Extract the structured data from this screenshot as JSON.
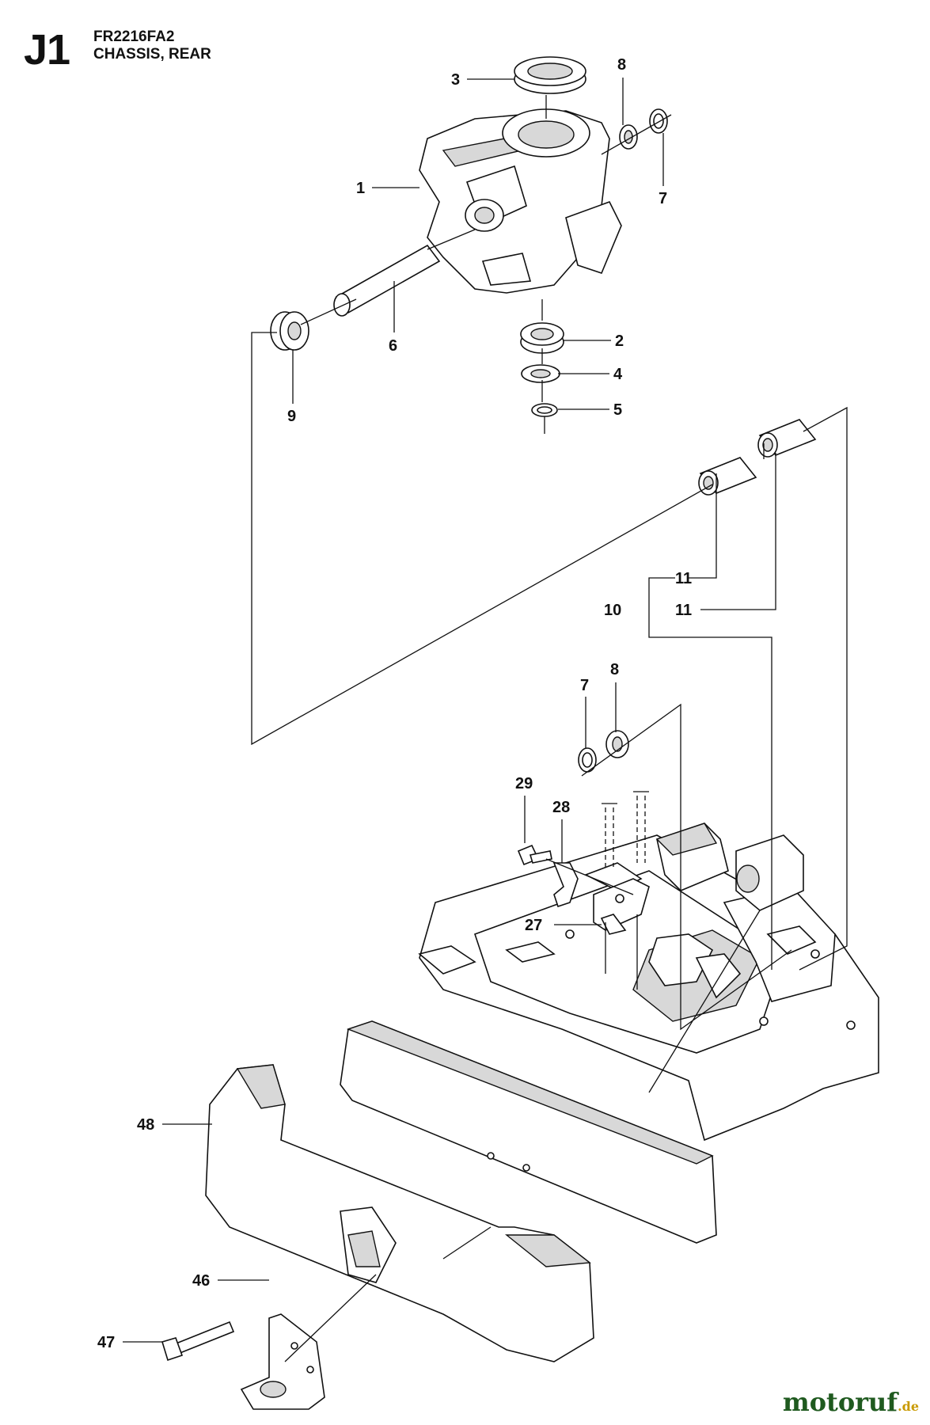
{
  "header": {
    "code": "J1",
    "model": "FR2216FA2",
    "title": "CHASSIS, REAR"
  },
  "callouts": {
    "c1": "1",
    "c2": "2",
    "c3": "3",
    "c4": "4",
    "c5": "5",
    "c6": "6",
    "c7a": "7",
    "c8a": "8",
    "c9": "9",
    "c10": "10",
    "c11a": "11",
    "c11b": "11",
    "c7b": "7",
    "c8b": "8",
    "c29": "29",
    "c28": "28",
    "c27": "27",
    "c48": "48",
    "c46": "46",
    "c47": "47"
  },
  "watermark": {
    "brand": "motoruf",
    "suffix": ".de"
  }
}
